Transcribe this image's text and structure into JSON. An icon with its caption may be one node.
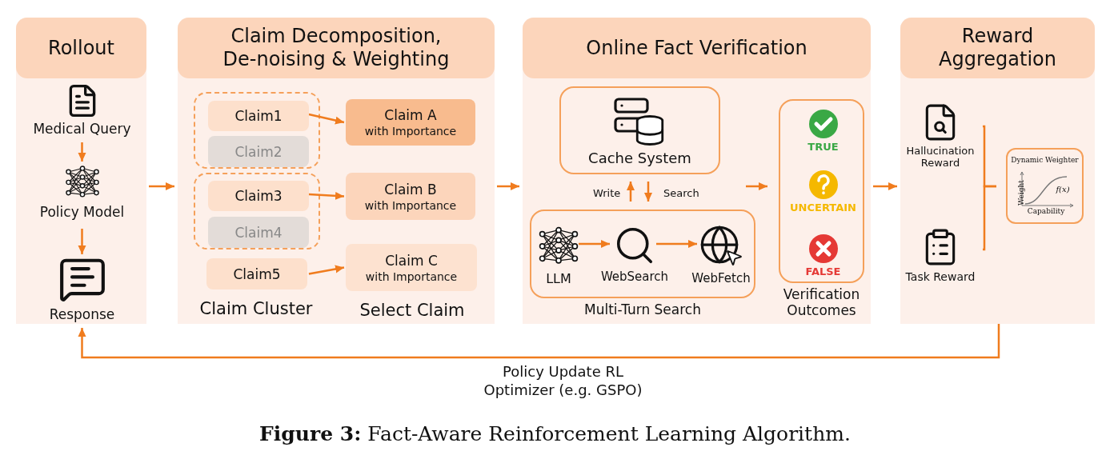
{
  "diagram": {
    "caption": "**Figure 3:** Fact-Aware Reinforcement Learning Algorithm.",
    "nodes": [
      {
        "text": [
          "Rollout"
        ]
      },
      {
        "text": [
          "Medical Query"
        ],
        "in": 0
      },
      {
        "text": [
          "Policy Model"
        ],
        "in": 0
      },
      {
        "text": [
          "Response"
        ],
        "in": 0
      },
      {
        "text": [
          "Claim Decomposition, De-noising & Weighting"
        ]
      },
      {
        "text": [],
        "shape": "box",
        "in": 4
      },
      {
        "text": [
          "Claim1"
        ],
        "in": 5
      },
      {
        "text": [
          "Claim2"
        ],
        "in": 5
      },
      {
        "text": [],
        "shape": "box",
        "in": 4
      },
      {
        "text": [
          "Claim3"
        ],
        "in": 8
      },
      {
        "text": [
          "Claim4"
        ],
        "in": 8
      },
      {
        "text": [
          "Claim5"
        ],
        "in": 4
      },
      {
        "text": [
          "Claim A",
          "with Importance"
        ],
        "in": 4
      },
      {
        "text": [
          "Claim B",
          "with Importance"
        ],
        "in": 4
      },
      {
        "text": [
          "Claim C",
          "with Importance"
        ],
        "in": 4
      },
      {
        "text": [
          "Online Fact Verification"
        ]
      },
      {
        "text": [
          "Cache System"
        ],
        "in": 15
      },
      {
        "text": [
          "Multi-Turn Search"
        ],
        "in": 15
      },
      {
        "text": [
          "LLM"
        ],
        "in": 17
      },
      {
        "text": [
          "WebSearch"
        ],
        "in": 17
      },
      {
        "text": [
          "WebFetch"
        ],
        "in": 17
      },
      {
        "text": [
          "Verification Outcomes"
        ],
        "in": 15
      },
      {
        "text": [
          "TRUE"
        ],
        "in": 21
      },
      {
        "text": [
          "UNCERTAIN"
        ],
        "in": 21
      },
      {
        "text": [
          "FALSE"
        ],
        "in": 21
      },
      {
        "text": [
          "Reward Aggregation"
        ]
      },
      {
        "text": [
          "Hallucination Reward"
        ],
        "in": 25
      },
      {
        "text": [
          "Task Reward"
        ],
        "in": 25
      },
      {
        "text": [
          "Dynamic Weighter"
        ],
        "in": 25
      }
    ],
    "edges": [
      {
        "from": 1,
        "to": 2,
        "arrow": "to"
      },
      {
        "from": 2,
        "to": 3,
        "arrow": "to"
      },
      {
        "from": 0,
        "to": 4,
        "arrow": "to"
      },
      {
        "from": 6,
        "to": 12,
        "arrow": "to"
      },
      {
        "from": 9,
        "to": 13,
        "arrow": "to"
      },
      {
        "from": 11,
        "to": 14,
        "arrow": "to"
      },
      {
        "from": 4,
        "to": 15,
        "arrow": "to"
      },
      {
        "from": 17,
        "to": 16,
        "arrow": "to",
        "label": "Write"
      },
      {
        "from": 16,
        "to": 17,
        "arrow": "to",
        "label": "Search"
      },
      {
        "from": null,
        "to": 21,
        "arrow": "to"
      },
      {
        "from": 18,
        "to": 19,
        "arrow": "to"
      },
      {
        "from": 19,
        "to": 20,
        "arrow": "to"
      },
      {
        "from": 15,
        "to": 25,
        "arrow": "to"
      },
      {
        "from": 26,
        "to": 28,
        "arrow": "none"
      },
      {
        "from": 27,
        "to": 28,
        "arrow": "none"
      },
      {
        "from": 25,
        "to": 3,
        "arrow": "to",
        "label": "Policy Update RL Optimizer (e.g. GSPO)"
      }
    ],
    "labels": [
      "Claim Cluster",
      "Select Claim",
      "Weight",
      "f(x)",
      "Capability"
    ]
  }
}
